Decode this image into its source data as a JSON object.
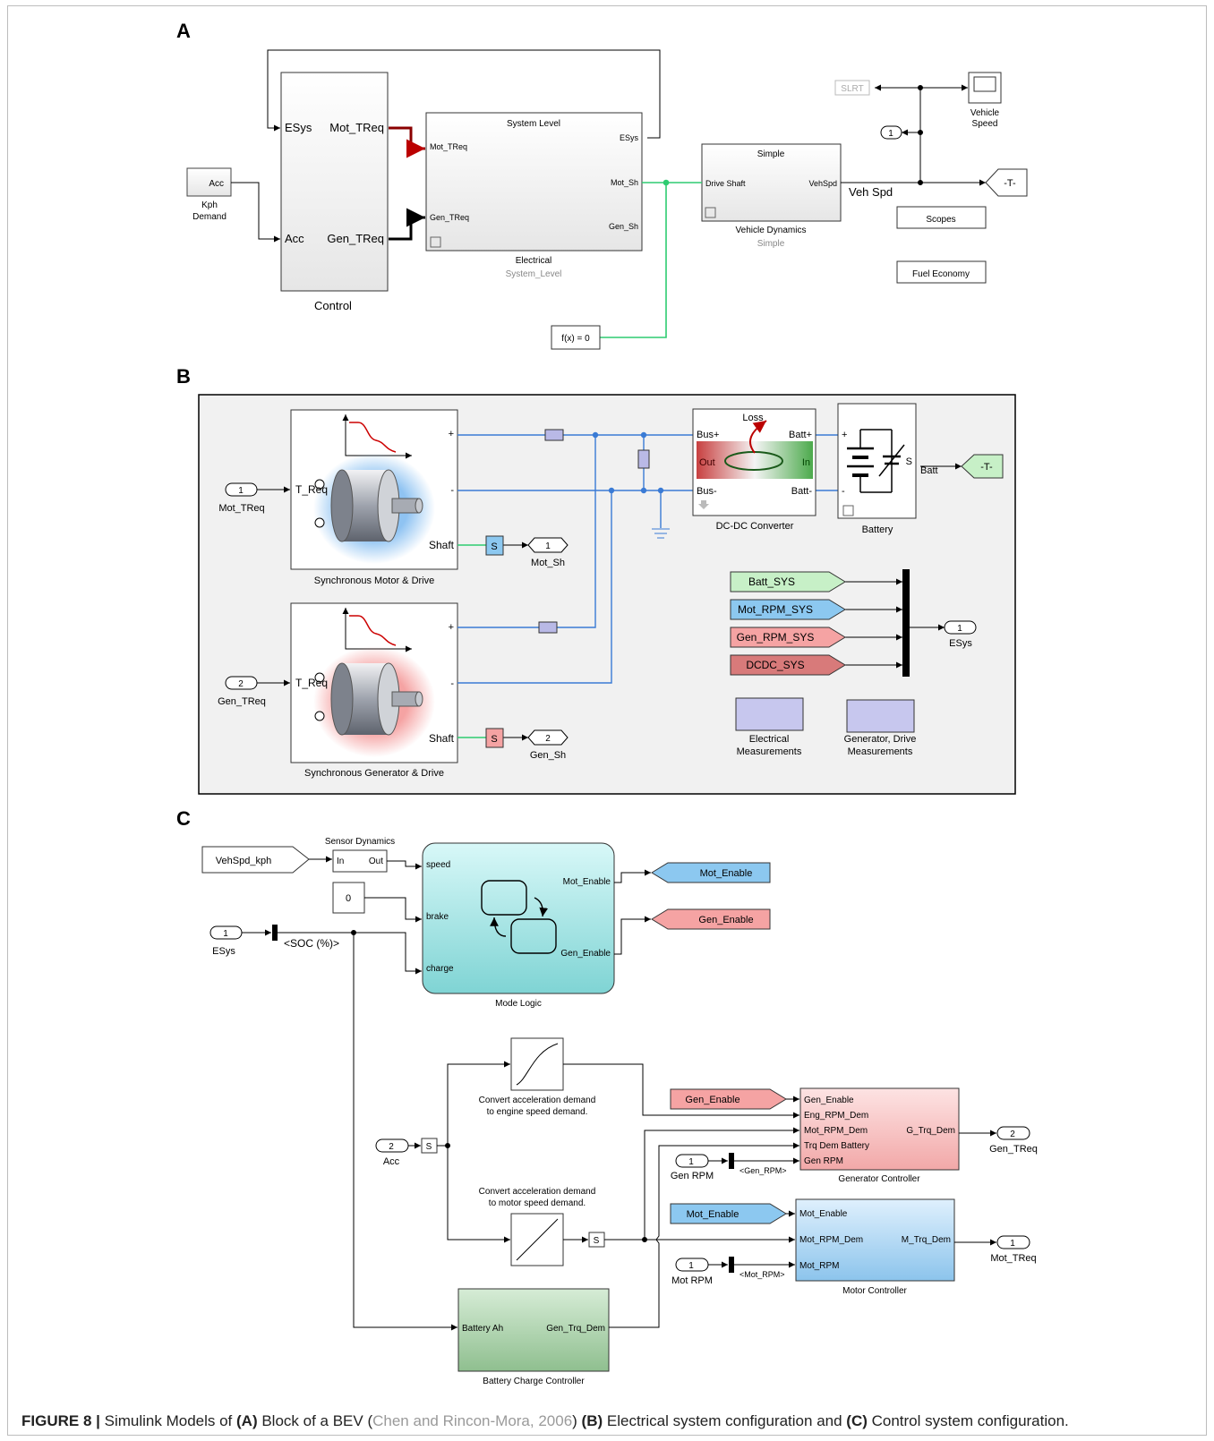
{
  "panels": {
    "a": "A",
    "b": "B",
    "c": "C"
  },
  "panel_a": {
    "kph_in": "Acc",
    "kph_name": "Kph\nDemand",
    "control": {
      "port_esys": "ESys",
      "port_mot": "Mot_TReq",
      "port_acc": "Acc",
      "port_gen": "Gen_TReq",
      "name": "Control"
    },
    "electrical": {
      "header": "System Level",
      "in_mot": "Mot_TReq",
      "in_gen": "Gen_TReq",
      "out_esys": "ESys",
      "out_mot": "Mot_Sh",
      "out_gen": "Gen_Sh",
      "name": "Electrical",
      "sub": "System_Level"
    },
    "vehicle": {
      "header": "Simple",
      "in": "Drive Shaft",
      "out": "VehSpd",
      "name": "Vehicle Dynamics",
      "sub": "Simple"
    },
    "veh_spd": "Veh Spd",
    "slrt": "SLRT",
    "outport": "1",
    "goto_t": "-T-",
    "scope": "Vehicle\nSpeed",
    "scopes": "Scopes",
    "fuel": "Fuel Economy",
    "solver": "f(x) = 0"
  },
  "panel_b": {
    "in1": "1",
    "in1_name": "Mot_TReq",
    "in2": "2",
    "in2_name": "Gen_TReq",
    "motor": {
      "t_req": "T_Req",
      "shaft": "Shaft",
      "plus": "+",
      "minus": "-",
      "name": "Synchronous Motor & Drive"
    },
    "generator": {
      "t_req": "T_Req",
      "shaft": "Shaft",
      "plus": "+",
      "minus": "-",
      "name": "Synchronous Generator & Drive"
    },
    "sensor_s": "S",
    "out1": "1",
    "out1_name": "Mot_Sh",
    "out2": "2",
    "out2_name": "Gen_Sh",
    "dcdc": {
      "loss": "Loss",
      "busp": "Bus+",
      "busm": "Bus-",
      "battp": "Batt+",
      "battm": "Batt-",
      "out": "Out",
      "in": "In",
      "name": "DC-DC Converter"
    },
    "battery": {
      "plus": "+",
      "minus": "-",
      "s": "S",
      "name": "Battery"
    },
    "batt_label": "Batt",
    "goto_t": "-T-",
    "froms": [
      "Batt_SYS",
      "Mot_RPM_SYS",
      "Gen_RPM_SYS",
      "DCDC_SYS"
    ],
    "esys_out": "1",
    "esys_name": "ESys",
    "meas1": "Electrical\nMeasurements",
    "meas2": "Generator, Drive\nMeasurements"
  },
  "panel_c": {
    "vehspd": "VehSpd_kph",
    "sensor": {
      "title": "Sensor Dynamics",
      "in": "In",
      "out": "Out"
    },
    "const0": "0",
    "esys_in": "1",
    "esys_name": "ESys",
    "soc": "<SOC (%)>",
    "mode": {
      "speed": "speed",
      "brake": "brake",
      "charge": "charge",
      "mot_en": "Mot_Enable",
      "gen_en": "Gen_Enable",
      "name": "Mode Logic"
    },
    "goto_mot": "Mot_Enable",
    "goto_gen": "Gen_Enable",
    "lut1": "Convert acceleration demand\nto engine speed demand.",
    "lut2": "Convert acceleration demand\nto motor speed demand.",
    "acc_in": "2",
    "acc_name": "Acc",
    "s": "S",
    "from_gen": "Gen_Enable",
    "from_mot": "Mot_Enable",
    "gen_ctrl": {
      "p1": "Gen_Enable",
      "p2": "Eng_RPM_Dem",
      "p3": "Mot_RPM_Dem",
      "p4": "Trq Dem Battery",
      "p5": "Gen RPM",
      "out": "G_Trq_Dem",
      "name": "Generator Controller"
    },
    "mot_ctrl": {
      "p1": "Mot_Enable",
      "p2": "Mot_RPM_Dem",
      "p3": "Mot_RPM",
      "out": "M_Trq_Dem",
      "name": "Motor Controller"
    },
    "gen_rpm_in": "1",
    "gen_rpm_name": "Gen RPM",
    "gen_rpm_sel": "<Gen_RPM>",
    "mot_rpm_in": "1",
    "mot_rpm_name": "Mot RPM",
    "mot_rpm_sel": "<Mot_RPM>",
    "out_gen": "2",
    "out_gen_name": "Gen_TReq",
    "out_mot": "1",
    "out_mot_name": "Mot_TReq",
    "batt_ctrl": {
      "in": "Battery Ah",
      "out": "Gen_Trq_Dem",
      "name": "Battery Charge Controller"
    }
  },
  "caption": {
    "lead": "FIGURE 8 |",
    "t1": " Simulink Models of ",
    "a": "(A)",
    "t2": " Block of a BEV (",
    "cite": "Chen and Rincon-Mora, 2006",
    "t3": ") ",
    "b": "(B)",
    "t4": " Electrical system configuration and ",
    "c": "(C)",
    "t5": " Control system configuration."
  }
}
